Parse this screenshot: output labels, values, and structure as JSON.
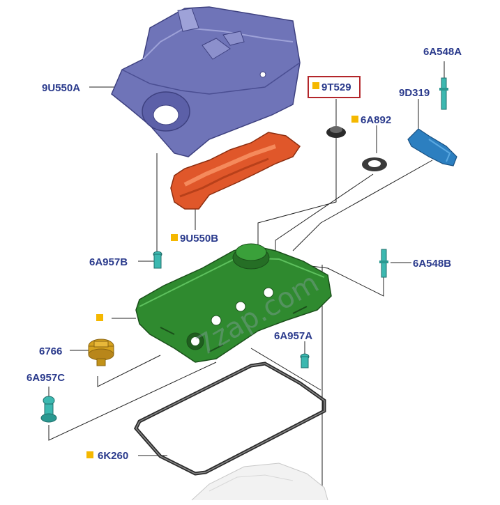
{
  "colors": {
    "label_text": "#2a3a8c",
    "marker": "#f5b800",
    "highlight_box": "#b3262a",
    "engine_cover": "#6f74b8",
    "cover_gasket": "#e0572a",
    "valve_cover": "#2f8a2f",
    "bracket": "#2c7fc0",
    "bolt": "#3cb8b0",
    "cap": "#d6a21e",
    "gasket_ring": "#3a3a3a",
    "leader": "#222222"
  },
  "watermark": "7zap.com",
  "parts": [
    {
      "id": "9U550A",
      "label": "9U550A",
      "marker": false,
      "highlighted": false
    },
    {
      "id": "9T529",
      "label": "9T529",
      "marker": true,
      "highlighted": true
    },
    {
      "id": "6A548A",
      "label": "6A548A",
      "marker": false,
      "highlighted": false
    },
    {
      "id": "9D319",
      "label": "9D319",
      "marker": false,
      "highlighted": false
    },
    {
      "id": "6A892",
      "label": "6A892",
      "marker": true,
      "highlighted": false
    },
    {
      "id": "9U550B",
      "label": "9U550B",
      "marker": true,
      "highlighted": false
    },
    {
      "id": "6A957B",
      "label": "6A957B",
      "marker": false,
      "highlighted": false
    },
    {
      "id": "6A548B",
      "label": "6A548B",
      "marker": false,
      "highlighted": false
    },
    {
      "id": "unlabeled",
      "label": "",
      "marker": true,
      "highlighted": false
    },
    {
      "id": "6766",
      "label": "6766",
      "marker": false,
      "highlighted": false
    },
    {
      "id": "6A957A",
      "label": "6A957A",
      "marker": false,
      "highlighted": false
    },
    {
      "id": "6A957C",
      "label": "6A957C",
      "marker": false,
      "highlighted": false
    },
    {
      "id": "6K260",
      "label": "6K260",
      "marker": true,
      "highlighted": false
    }
  ]
}
